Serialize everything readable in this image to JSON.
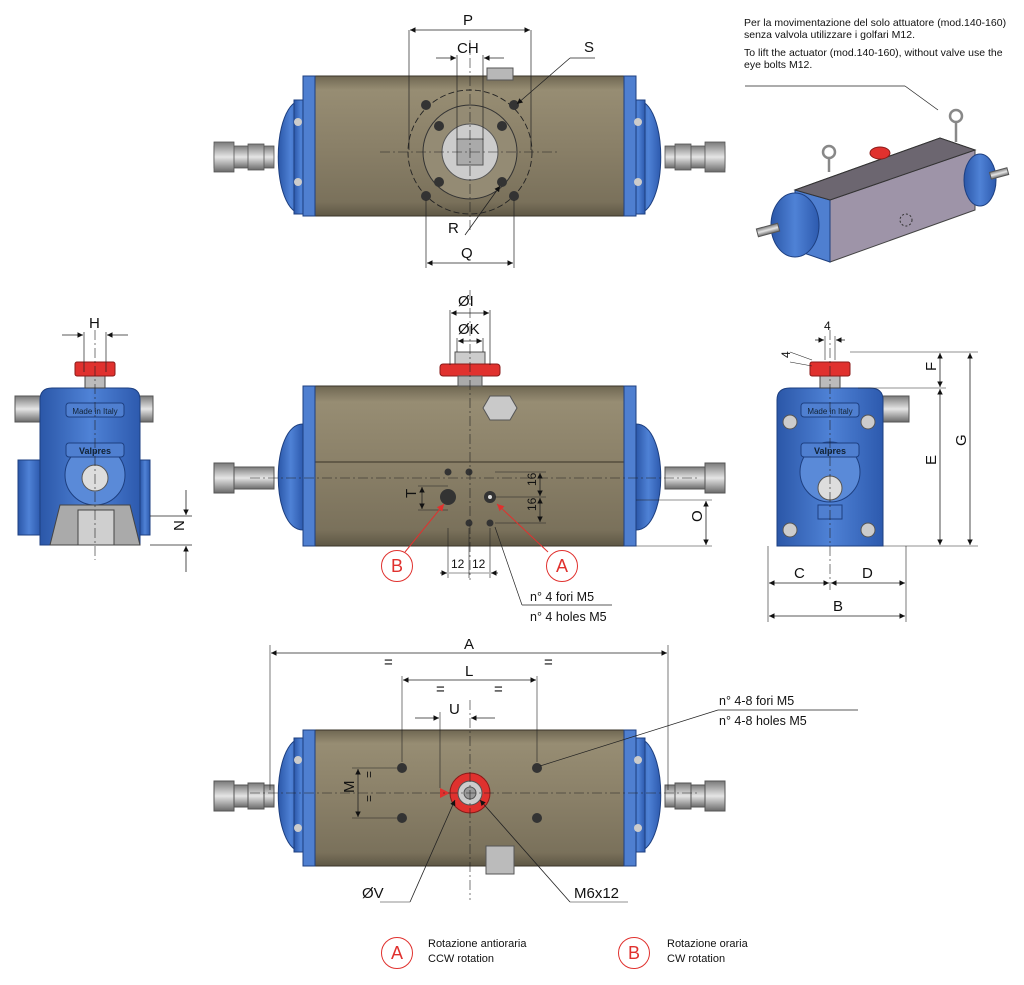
{
  "notes": {
    "it": "Per la movimentazione del solo attuatore (mod.140-160) senza valvola utilizzare i golfari M12.",
    "en": "To lift the actuator (mod.140-160), without valve use the eye bolts M12."
  },
  "top_view": {
    "P": "P",
    "CH": "CH",
    "S": "S",
    "R": "R",
    "Q": "Q"
  },
  "side_left": {
    "H": "H",
    "N": "N",
    "made_in": "Made in Italy",
    "brand": "Valpres"
  },
  "front_view": {
    "I": "ØI",
    "K": "ØK",
    "T": "T",
    "O": "O",
    "d16a": "16",
    "d16b": "16",
    "d12a": "12",
    "d12b": "12",
    "A": "A",
    "B": "B",
    "holes_it": "n° 4 fori M5",
    "holes_en": "n° 4 holes M5"
  },
  "side_right": {
    "four_a": "4",
    "four_b": "4",
    "F": "F",
    "G": "G",
    "E": "E",
    "C": "C",
    "D": "D",
    "B": "B",
    "made_in": "Made in Italy",
    "brand": "Valpres"
  },
  "bottom_view": {
    "A": "A",
    "eq1": "=",
    "eq2": "=",
    "L": "L",
    "eq3": "=",
    "eq4": "=",
    "U": "U",
    "M": "M",
    "eq5": "=",
    "eq6": "=",
    "V": "ØV",
    "M6": "M6x12",
    "holes_it": "n° 4-8 fori M5",
    "holes_en": "n° 4-8 holes M5"
  },
  "legend": {
    "A_letter": "A",
    "A_it": "Rotazione antioraria",
    "A_en": "CCW rotation",
    "B_letter": "B",
    "B_it": "Rotazione oraria",
    "B_en": "CW rotation"
  },
  "colors": {
    "body": "#8a8068",
    "cap": "#3f6fc4",
    "red": "#e0312e"
  }
}
